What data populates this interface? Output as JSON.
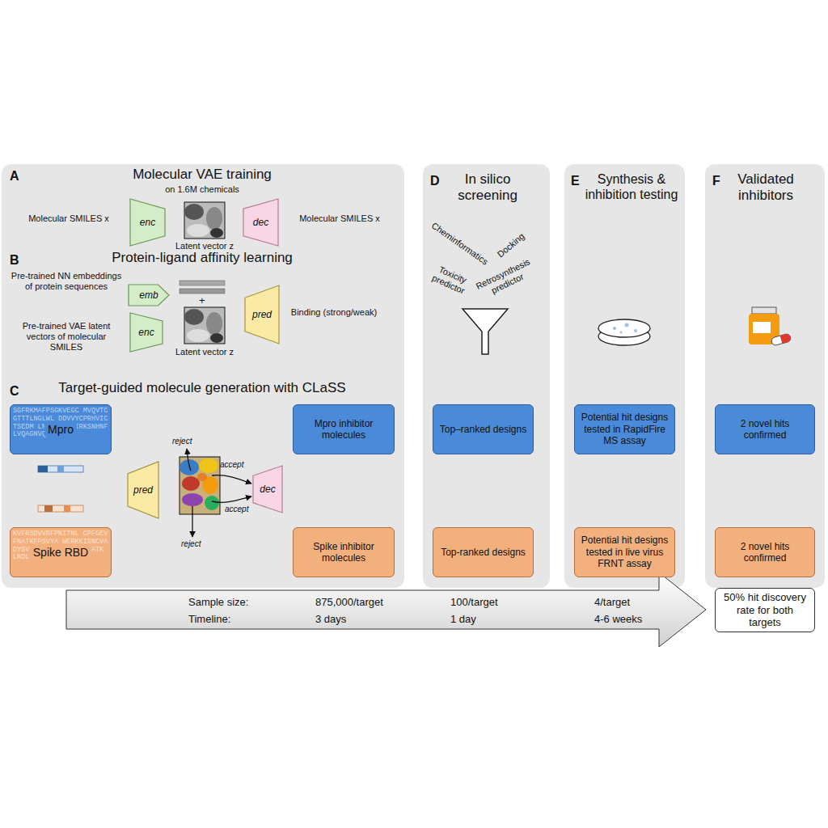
{
  "diagram": {
    "nodes": [
      {
        "text": [
          "A",
          "Molecular VAE training",
          "on 1.6M chemicals",
          "B",
          "Protein-ligand affinity learning",
          "C",
          "Target-guided molecule generation with CLaSS"
        ]
      },
      {
        "text": [
          "enc"
        ],
        "in": 0
      },
      {
        "text": [
          "dec"
        ],
        "in": 0
      },
      {
        "text": [
          "emb"
        ],
        "in": 0
      },
      {
        "text": [
          "enc"
        ],
        "in": 0
      },
      {
        "text": [
          "pred"
        ],
        "in": 0
      },
      {
        "text": [
          "SGFRKMAFPSGKVEGC MVQVTCGTTTLNGLWL DDVVYCPRHVICTSEDM LNPNYEDLLIRKSNHNF LVQAGNVQLRVI",
          "Mpro"
        ],
        "in": 0
      },
      {
        "text": [
          "pred"
        ],
        "in": 0
      },
      {
        "text": [
          "dec"
        ],
        "in": 0
      },
      {
        "text": [
          "Mpro inhibitor molecules"
        ],
        "in": 0
      },
      {
        "text": [
          "KVFRSDVVRFPNITNL CPFGEVFNATKFPSVYA WERKKISNCVADYSVL NSTFSTFKCYGVSATK LNDLCFSNVYAD",
          "Spike RBD"
        ],
        "in": 0
      },
      {
        "text": [
          "Spike inhibitor molecules"
        ],
        "in": 0
      },
      {
        "text": [
          "D",
          "In silico screening"
        ]
      },
      {
        "text": [
          "Top–ranked designs"
        ],
        "in": 12
      },
      {
        "text": [
          "Top-ranked designs"
        ],
        "in": 12
      },
      {
        "text": [
          "E",
          "Synthesis & inhibition testing"
        ]
      },
      {
        "text": [
          "Potential hit designs tested in RapidFire MS assay"
        ],
        "in": 15
      },
      {
        "text": [
          "Potential hit designs tested in live virus FRNT assay"
        ],
        "in": 15
      },
      {
        "text": [
          "F",
          "Validated inhibitors"
        ]
      },
      {
        "text": [
          "2 novel hits confirmed"
        ],
        "in": 18
      },
      {
        "text": [
          "2 novel hits confirmed"
        ],
        "in": 18
      },
      {
        "text": [
          "50% hit discovery rate for both targets"
        ]
      }
    ],
    "labels": [
      "Molecular SMILES x",
      "Molecular SMILES x",
      "Latent vector z",
      "Pre-trained NN embeddings of protein sequences",
      "+",
      "Pre-trained VAE latent vectors of molecular SMILES",
      "Latent vector z",
      "Binding (strong/weak)",
      "reject",
      "accept",
      "accept",
      "reject",
      "Cheminformatics",
      "Docking",
      "Toxicity predictor",
      "Retrosynthesis predictor",
      "Sample size:",
      "875,000/target",
      "100/target",
      "4/target",
      "Timeline:",
      "3 days",
      "1 day",
      "4-6 weeks"
    ]
  }
}
